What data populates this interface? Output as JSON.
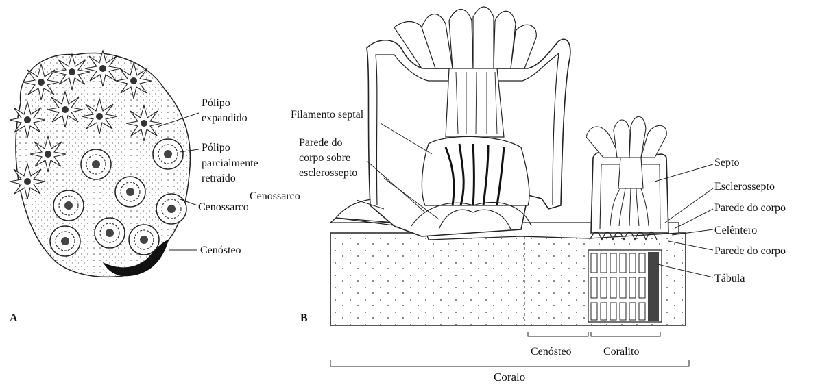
{
  "panels": {
    "a": {
      "letter": "A",
      "labels": {
        "polipo_expandido_1": "Pólipo",
        "polipo_expandido_2": "expandido",
        "polipo_retraido_1": "Pólipo",
        "polipo_retraido_2": "parcialmente",
        "polipo_retraido_3": "retraído",
        "cenossarco": "Cenossarco",
        "cenosteo": "Cenósteo"
      }
    },
    "b": {
      "letter": "B",
      "labels": {
        "filamento_septal": "Filamento septal",
        "parede_1": "Parede do",
        "parede_2": "corpo sobre",
        "parede_3": "esclerossepto",
        "cenossarco": "Cenossarco",
        "septo": "Septo",
        "esclerossepto": "Esclerossepto",
        "parede_corpo_1": "Parede do corpo",
        "celentero": "Celêntero",
        "parede_corpo_2": "Parede do corpo",
        "tabula": "Tábula",
        "cenosteo": "Cenósteo",
        "coralito": "Coralito",
        "coralo": "Coralo"
      }
    }
  }
}
